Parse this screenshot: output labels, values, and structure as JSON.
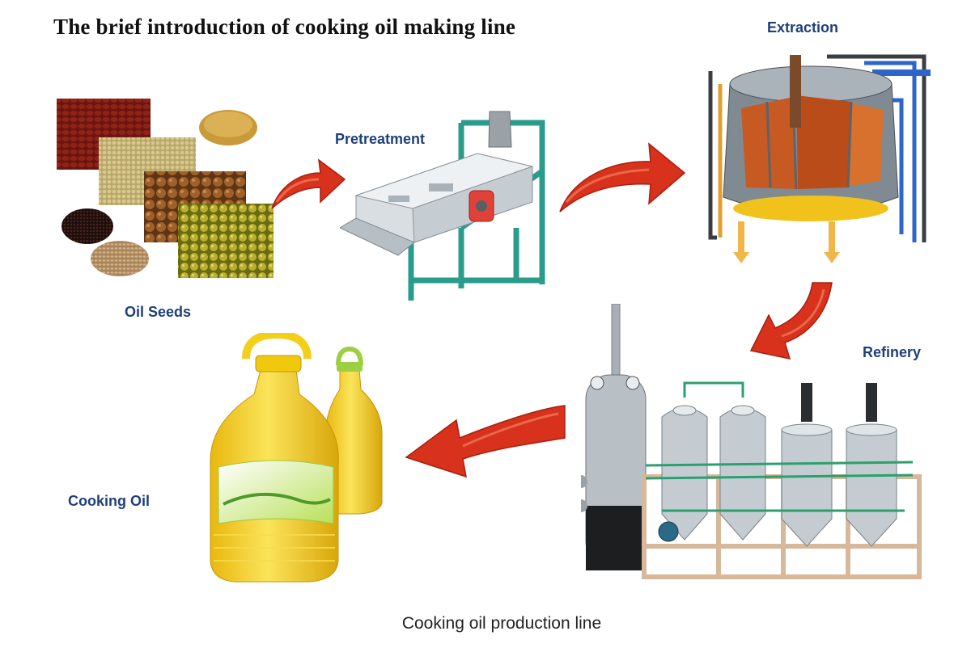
{
  "title": "The brief introduction of cooking oil making line",
  "stages": {
    "oil_seeds": "Oil Seeds",
    "pretreatment": "Pretreatment",
    "extraction": "Extraction",
    "refinery": "Refinery",
    "cooking_oil": "Cooking Oil"
  },
  "caption": "Cooking oil production line",
  "colors": {
    "label_blue": "#1f3f7a",
    "arrow_red": "#d8321c",
    "machine_teal": "#2a9c8c",
    "oil_yellow": "#f4d21a"
  },
  "icons": [
    "oil-seeds-image",
    "pretreatment-machine-image",
    "extraction-tank-image",
    "refinery-plant-image",
    "cooking-oil-bottles-image",
    "flow-arrow-icon"
  ]
}
